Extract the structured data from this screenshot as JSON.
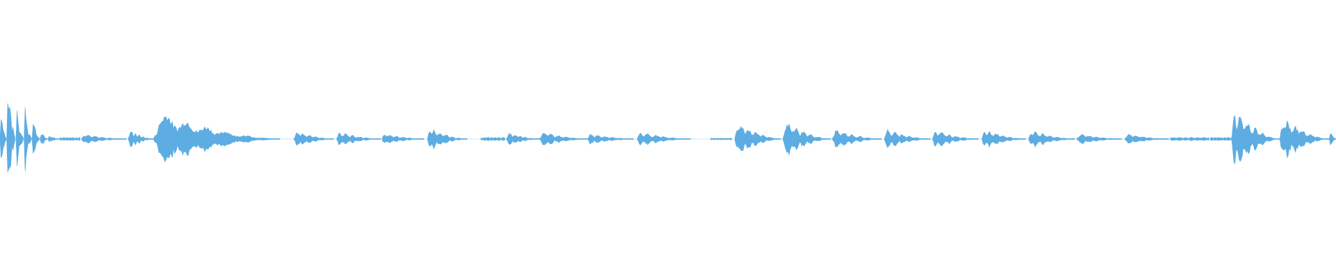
{
  "waveform": {
    "color": "#5dade2",
    "segments": [
      {
        "start": 0.0,
        "end": 0.005,
        "amp": 0.55
      },
      {
        "start": 0.005,
        "end": 0.012,
        "amp": 0.9
      },
      {
        "start": 0.012,
        "end": 0.018,
        "amp": 0.5
      },
      {
        "start": 0.018,
        "end": 0.024,
        "amp": 0.48
      },
      {
        "start": 0.024,
        "end": 0.03,
        "amp": 0.3
      },
      {
        "start": 0.03,
        "end": 0.036,
        "amp": 0.12
      },
      {
        "start": 0.036,
        "end": 0.045,
        "amp": 0.05
      },
      {
        "start": 0.045,
        "end": 0.06,
        "amp": 0.02
      },
      {
        "start": 0.061,
        "end": 0.095,
        "amp": 0.06
      },
      {
        "start": 0.096,
        "end": 0.115,
        "amp": 0.12
      },
      {
        "start": 0.115,
        "end": 0.21,
        "amp": 0.34
      },
      {
        "start": 0.22,
        "end": 0.25,
        "amp": 0.1
      },
      {
        "start": 0.252,
        "end": 0.285,
        "amp": 0.09
      },
      {
        "start": 0.286,
        "end": 0.318,
        "amp": 0.07
      },
      {
        "start": 0.32,
        "end": 0.35,
        "amp": 0.14
      },
      {
        "start": 0.36,
        "end": 0.378,
        "amp": 0.02
      },
      {
        "start": 0.379,
        "end": 0.404,
        "amp": 0.08
      },
      {
        "start": 0.404,
        "end": 0.44,
        "amp": 0.09
      },
      {
        "start": 0.44,
        "end": 0.475,
        "amp": 0.07
      },
      {
        "start": 0.477,
        "end": 0.517,
        "amp": 0.09
      },
      {
        "start": 0.532,
        "end": 0.548,
        "amp": 0.01
      },
      {
        "start": 0.55,
        "end": 0.585,
        "amp": 0.22
      },
      {
        "start": 0.586,
        "end": 0.622,
        "amp": 0.22
      },
      {
        "start": 0.623,
        "end": 0.66,
        "amp": 0.12
      },
      {
        "start": 0.662,
        "end": 0.697,
        "amp": 0.12
      },
      {
        "start": 0.698,
        "end": 0.733,
        "amp": 0.11
      },
      {
        "start": 0.735,
        "end": 0.768,
        "amp": 0.12
      },
      {
        "start": 0.77,
        "end": 0.805,
        "amp": 0.11
      },
      {
        "start": 0.806,
        "end": 0.84,
        "amp": 0.07
      },
      {
        "start": 0.842,
        "end": 0.875,
        "amp": 0.07
      },
      {
        "start": 0.876,
        "end": 0.905,
        "amp": 0.02
      },
      {
        "start": 0.906,
        "end": 0.922,
        "amp": 0.02
      },
      {
        "start": 0.922,
        "end": 0.958,
        "amp": 0.38
      },
      {
        "start": 0.958,
        "end": 0.995,
        "amp": 0.28
      },
      {
        "start": 0.995,
        "end": 1.0,
        "amp": 0.12
      }
    ]
  }
}
